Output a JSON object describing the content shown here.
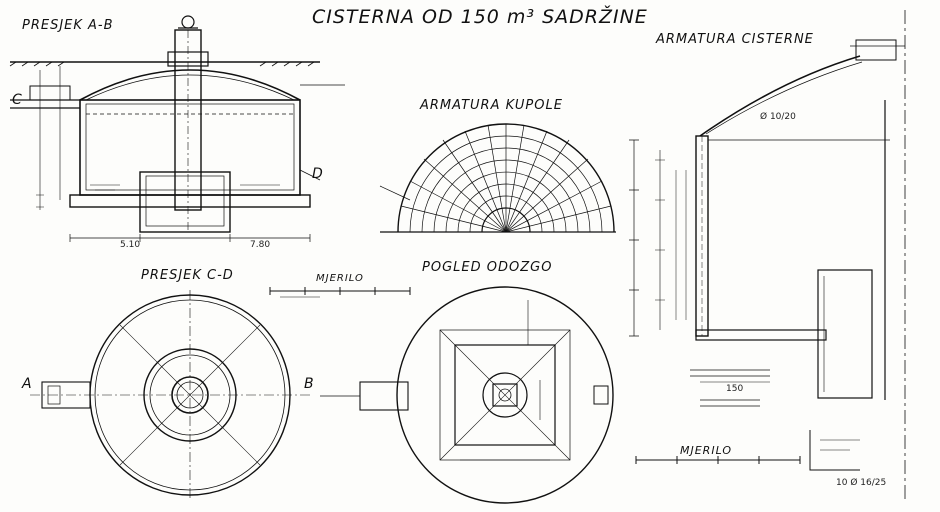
{
  "title": "CISTERNA OD 150 m³ SADRŽINE",
  "views": {
    "section_ab": "PRESJEK A-B",
    "section_cd": "PRESJEK C-D",
    "dome_reinforcement": "ARMATURA KUPOLE",
    "top_view": "POGLED ODOZGO",
    "tank_reinforcement": "ARMATURA CISTERNE"
  },
  "scale_labels": {
    "scale_1": "MJERILO",
    "scale_2": "MJERILO"
  },
  "section_marks": {
    "a": "A",
    "b": "B",
    "c": "C",
    "d": "D"
  },
  "dimensions": {
    "dim_150": "150",
    "dim_bottom_left": "5.10",
    "dim_bottom_right": "7.80",
    "reinf_note": "10 Ø 16/25",
    "reinf_note_2": "Ø 10/20"
  },
  "colors": {
    "ink": "#111111",
    "paper": "#fdfdfb"
  }
}
